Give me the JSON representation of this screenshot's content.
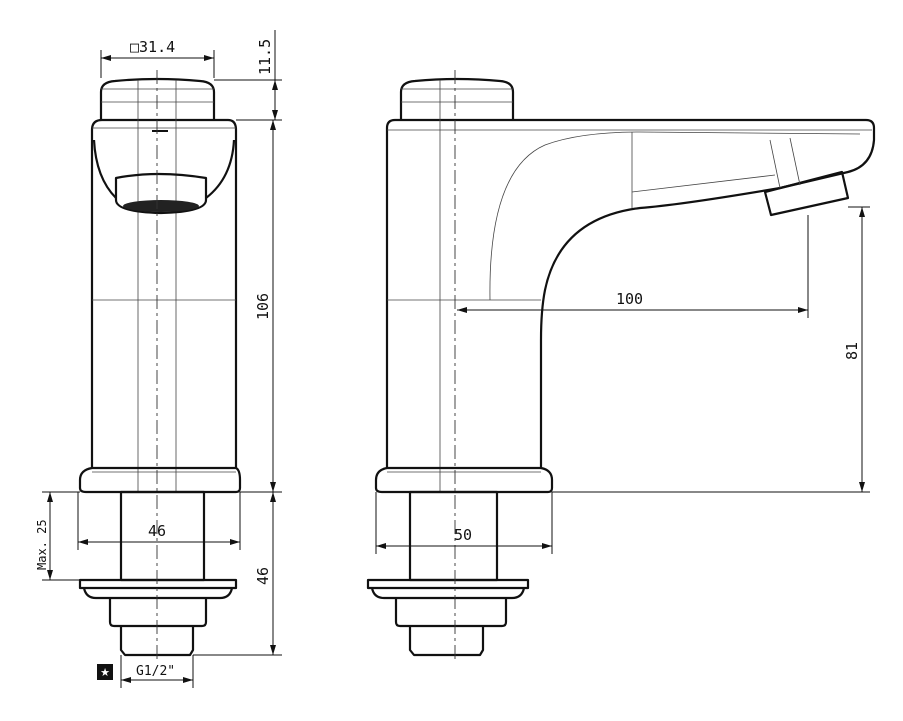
{
  "front_view": {
    "cap_size": "□31.4",
    "cap_height": "11.5",
    "body_height": "106",
    "base_width": "46",
    "max_deck_thickness": "Max. 25",
    "shank_length": "46",
    "thread": "G1/2\"",
    "thread_marker_icon": "star-icon"
  },
  "side_view": {
    "spout_reach": "100",
    "spout_height": "81",
    "base_width": "50"
  }
}
